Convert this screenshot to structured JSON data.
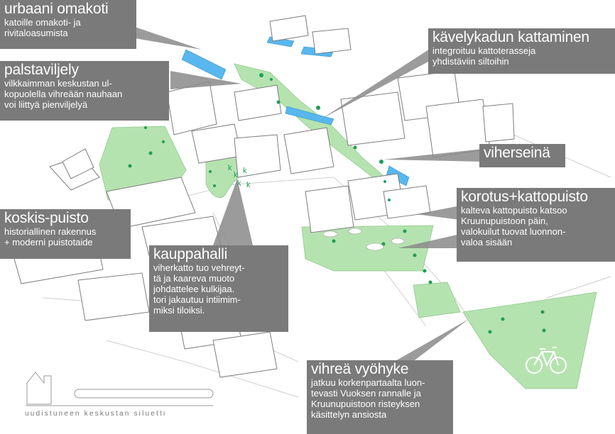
{
  "colors": {
    "callout_bg": "#7a7a7a",
    "green_area": "#b5e3b0",
    "tree_dot": "#1f9e57",
    "water": "#58b7ee",
    "linework": "#7d7d7d"
  },
  "callouts": {
    "urban": {
      "title": "urbaani omakoti",
      "desc": "katoille omakoti- ja\nrivitaloasumista"
    },
    "palsta": {
      "title": "palstaviljely",
      "desc": "vilkkaimman keskustan ul-\nkopuolella vihreään nauhaan\nvoi liittyä pienviljelyä"
    },
    "koskis": {
      "title": "koskis-puisto",
      "desc": "historiallinen rakennus\n+ moderni puistotaide"
    },
    "kauppahalli": {
      "title": "kauppahalli",
      "desc": "viherkatto tuo vehreyt-\ntä ja kaareva muoto\njohdattelee kulkijaa.\ntori jakautuu intiimim-\nmiksi tiloiksi."
    },
    "kavelykatu": {
      "title": "kävelykadun kattaminen",
      "desc": "integroituu kattoterasseja\nyhdistäviin siltoihin"
    },
    "viherseina": {
      "title": "viherseinä",
      "desc": ""
    },
    "korotus": {
      "title": "korotus+kattopuisto",
      "desc": "kalteva kattopuisto katsoo\nKruunupuistoon päin,\nvalokuilut tuovat luonnon-\nvaloa sisään"
    },
    "vyohyke": {
      "title": "vihreä vyöhyke",
      "desc": "jatkuu korkenpartaalta luon-\ntevasti Vuoksen rannalle ja\nKruunupuistoon risteyksen\nkäsittelyn ansiosta"
    }
  },
  "markers": {
    "k_label": "k"
  },
  "silhouette_caption": "uudistuneen keskustan siluetti"
}
